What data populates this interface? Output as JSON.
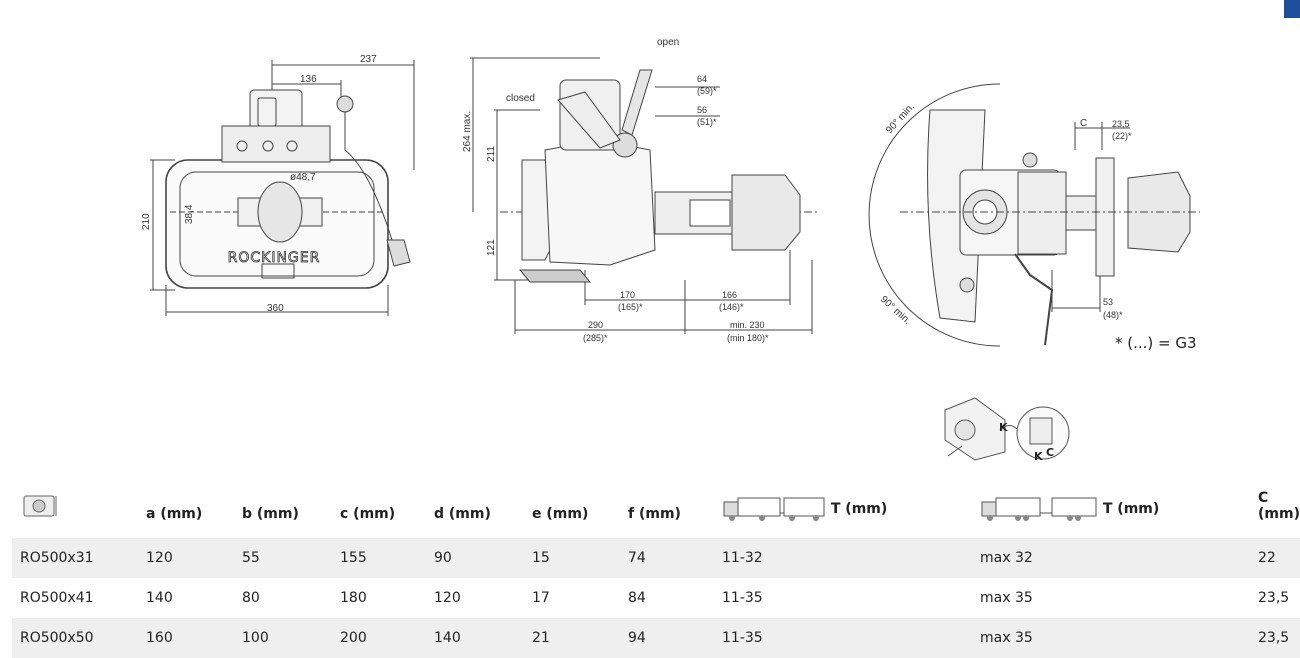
{
  "drawing1": {
    "top_dim": "237",
    "inner_dim": "136",
    "ball_dim": "ø48,7",
    "height_dim": "210",
    "ball_height_dim": "38,4",
    "width_dim": "360",
    "brand": "ROCKINGER"
  },
  "drawing2": {
    "open_label": "open",
    "closed_label": "closed",
    "max_dim": "264 max.",
    "h211": "211",
    "h121": "121",
    "d64": "64",
    "d64b": "(59)*",
    "d56": "56",
    "d56b": "(51)*",
    "d170": "170",
    "d170b": "(165)*",
    "d166": "166",
    "d166b": "(146)*",
    "d290": "290",
    "d290b": "(285)*",
    "dmin": "min. 230",
    "dminb": "(min 180)*"
  },
  "drawing3": {
    "angle_top": "90° min.",
    "angle_bottom": "90° min.",
    "c_label": "C",
    "d235": "23,5",
    "d235b": "(22)*",
    "d53": "53",
    "d53b": "(48)*",
    "footnote": "* (...) = G3"
  },
  "detail": {
    "k1": "K",
    "k2": "K",
    "c": "C"
  },
  "table": {
    "headers": [
      "a (mm)",
      "b (mm)",
      "c (mm)",
      "d (mm)",
      "e (mm)",
      "f (mm)",
      "T (mm)",
      "T (mm)",
      "C (mm)"
    ],
    "rows": [
      [
        "RO500x31",
        "120",
        "55",
        "155",
        "90",
        "15",
        "74",
        "11-32",
        "max 32",
        "22"
      ],
      [
        "RO500x41",
        "140",
        "80",
        "180",
        "120",
        "17",
        "84",
        "11-35",
        "max 35",
        "23,5"
      ],
      [
        "RO500x50",
        "160",
        "100",
        "200",
        "140",
        "21",
        "94",
        "11-35",
        "max 35",
        "23,5"
      ]
    ]
  },
  "colors": {
    "line": "#444444",
    "row_shade": "#efefef",
    "corner": "#1f4e9a"
  }
}
